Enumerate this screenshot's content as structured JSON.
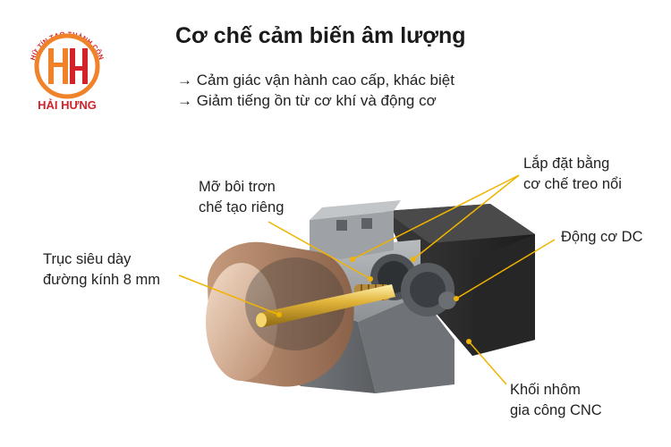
{
  "logo": {
    "arc_text": "CHỮ TÍN TẠO THÀNH CÔNG",
    "brand": "HẢI HƯNG",
    "colors": {
      "orange": "#f0822a",
      "red": "#d2232a"
    }
  },
  "header": {
    "title": "Cơ chế cảm biến âm lượng",
    "bullets": [
      "→ Cảm giác vận hành cao cấp, khác biệt",
      "→ Giảm tiếng ồn từ cơ khí và động cơ"
    ]
  },
  "callouts": {
    "lubricant": [
      "Mỡ bôi trơn",
      "chế tạo riêng"
    ],
    "shaft": [
      "Trục siêu dày",
      "đường kính 8 mm"
    ],
    "suspension": [
      "Lắp đặt bằng",
      "cơ chế treo nổi"
    ],
    "motor": [
      "Động cơ DC"
    ],
    "block": [
      "Khối nhôm",
      "gia công CNC"
    ]
  },
  "colors": {
    "leader": "#f0b400",
    "text": "#222222"
  }
}
